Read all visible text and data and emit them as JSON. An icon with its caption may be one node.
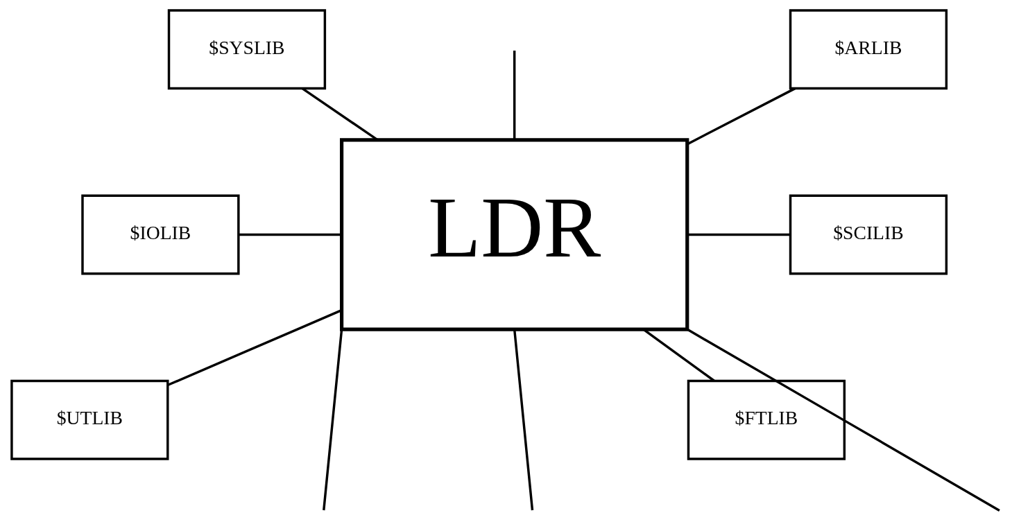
{
  "diagram": {
    "nodes": [
      {
        "text": [
          "$SYSLIB"
        ]
      },
      {
        "text": [
          "$IOLIB"
        ]
      },
      {
        "text": [
          "$UTLIB"
        ]
      },
      {
        "text": [
          "LDR"
        ]
      },
      {
        "text": [
          "$ARLIB"
        ]
      },
      {
        "text": [
          "$SCILIB"
        ]
      },
      {
        "text": [
          "$FTLIB"
        ]
      }
    ],
    "edges": [
      {
        "from": 0,
        "to": 3,
        "arrow": "none"
      },
      {
        "from": 1,
        "to": 3,
        "arrow": "none"
      },
      {
        "from": 2,
        "to": 3,
        "arrow": "none"
      },
      {
        "from": 3,
        "to": 4,
        "arrow": "none"
      },
      {
        "from": 3,
        "to": 5,
        "arrow": "none"
      },
      {
        "from": 3,
        "to": 6,
        "arrow": "none"
      },
      {
        "from": null,
        "to": 3,
        "arrow": "none"
      },
      {
        "from": 3,
        "to": null,
        "arrow": "none"
      },
      {
        "from": 3,
        "to": null,
        "arrow": "none"
      },
      {
        "from": 3,
        "to": null,
        "arrow": "none"
      }
    ]
  }
}
